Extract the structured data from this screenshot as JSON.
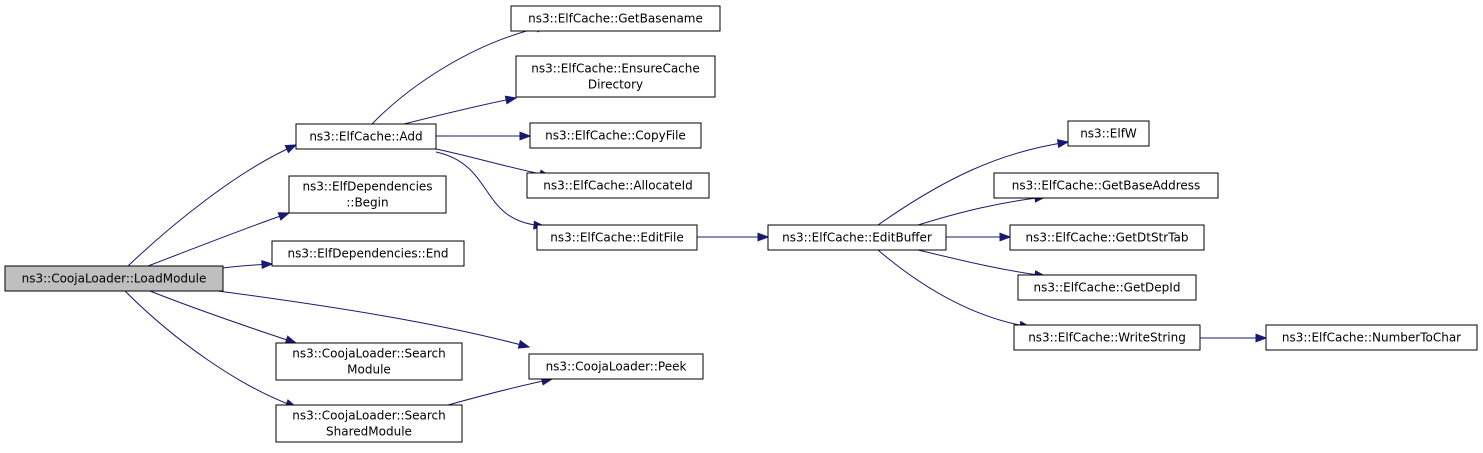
{
  "nodes": {
    "load_module": [
      "ns3::CoojaLoader::LoadModule"
    ],
    "add": [
      "ns3::ElfCache::Add"
    ],
    "elfdep_begin": [
      "ns3::ElfDependencies",
      "::Begin"
    ],
    "elfdep_end": [
      "ns3::ElfDependencies::End"
    ],
    "search_module": [
      "ns3::CoojaLoader::Search",
      "Module"
    ],
    "search_shared_module": [
      "ns3::CoojaLoader::Search",
      "SharedModule"
    ],
    "get_basename": [
      "ns3::ElfCache::GetBasename"
    ],
    "ensure_cache_dir": [
      "ns3::ElfCache::EnsureCache",
      "Directory"
    ],
    "copy_file": [
      "ns3::ElfCache::CopyFile"
    ],
    "allocate_id": [
      "ns3::ElfCache::AllocateId"
    ],
    "edit_file": [
      "ns3::ElfCache::EditFile"
    ],
    "peek": [
      "ns3::CoojaLoader::Peek"
    ],
    "edit_buffer": [
      "ns3::ElfCache::EditBuffer"
    ],
    "elfw": [
      "ns3::ElfW"
    ],
    "get_base_address": [
      "ns3::ElfCache::GetBaseAddress"
    ],
    "get_dt_str_tab": [
      "ns3::ElfCache::GetDtStrTab"
    ],
    "get_dep_id": [
      "ns3::ElfCache::GetDepId"
    ],
    "write_string": [
      "ns3::ElfCache::WriteString"
    ],
    "number_to_char": [
      "ns3::ElfCache::NumberToChar"
    ]
  },
  "root_node": "load_module",
  "edges": [
    [
      "load_module",
      "add"
    ],
    [
      "load_module",
      "elfdep_begin"
    ],
    [
      "load_module",
      "elfdep_end"
    ],
    [
      "load_module",
      "peek"
    ],
    [
      "load_module",
      "search_module"
    ],
    [
      "load_module",
      "search_shared_module"
    ],
    [
      "add",
      "get_basename"
    ],
    [
      "add",
      "ensure_cache_dir"
    ],
    [
      "add",
      "copy_file"
    ],
    [
      "add",
      "allocate_id"
    ],
    [
      "add",
      "edit_file"
    ],
    [
      "edit_file",
      "edit_buffer"
    ],
    [
      "edit_buffer",
      "elfw"
    ],
    [
      "edit_buffer",
      "get_base_address"
    ],
    [
      "edit_buffer",
      "get_dt_str_tab"
    ],
    [
      "edit_buffer",
      "get_dep_id"
    ],
    [
      "edit_buffer",
      "write_string"
    ],
    [
      "write_string",
      "number_to_char"
    ],
    [
      "search_shared_module",
      "peek"
    ]
  ],
  "colors": {
    "edge": "#191970",
    "node_border": "#000000",
    "node_fill": "#ffffff",
    "root_fill": "#bfbfbf"
  }
}
